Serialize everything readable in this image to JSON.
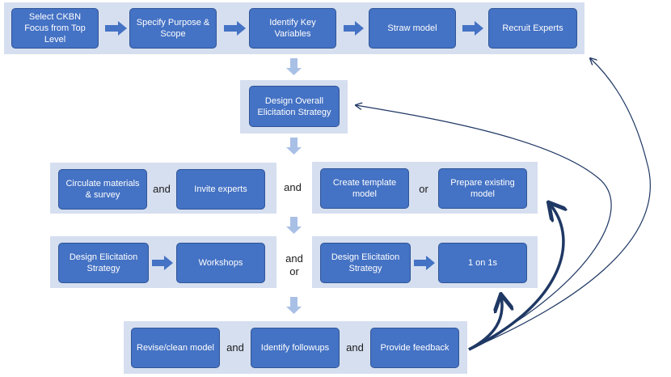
{
  "rows": {
    "row1": {
      "boxes": [
        {
          "id": "select_focus",
          "label": "Select CKBN Focus from Top Level"
        },
        {
          "id": "purpose_scope",
          "label": "Specify Purpose & Scope"
        },
        {
          "id": "key_variables",
          "label": "Identify Key Variables"
        },
        {
          "id": "straw_model",
          "label": "Straw model"
        },
        {
          "id": "recruit_experts",
          "label": "Recruit Experts"
        }
      ]
    },
    "row2": {
      "boxes": [
        {
          "id": "overall_strategy",
          "label": "Design Overall Elicitation Strategy"
        }
      ]
    },
    "row3": {
      "left": {
        "boxes": [
          {
            "id": "circulate",
            "label": "Circulate materials & survey"
          },
          {
            "id": "invite",
            "label": "Invite experts"
          }
        ],
        "connector": "and"
      },
      "between": "and",
      "right": {
        "boxes": [
          {
            "id": "template_model",
            "label": "Create template model"
          },
          {
            "id": "existing_model",
            "label": "Prepare existing model"
          }
        ],
        "connector": "or"
      }
    },
    "row4": {
      "left": {
        "boxes": [
          {
            "id": "design_strategy_a",
            "label": "Design Elicitation Strategy"
          },
          {
            "id": "workshops",
            "label": "Workshops"
          }
        ]
      },
      "between": [
        "and",
        "or"
      ],
      "right": {
        "boxes": [
          {
            "id": "design_strategy_b",
            "label": "Design Elicitation Strategy"
          },
          {
            "id": "one_on_ones",
            "label": "1 on 1s"
          }
        ]
      }
    },
    "row5": {
      "boxes": [
        {
          "id": "revise_clean",
          "label": "Revise/clean model"
        },
        {
          "id": "followups",
          "label": "Identify followups"
        },
        {
          "id": "feedback",
          "label": "Provide feedback"
        }
      ],
      "connectors": [
        "and",
        "and"
      ]
    }
  },
  "colors": {
    "box_fill": "#4472c4",
    "panel_fill": "#d6dff0",
    "arrow_fill": "#4472c4",
    "down_arrow_fill": "#a9c0e6",
    "feedback_curve": "#1f3864"
  }
}
